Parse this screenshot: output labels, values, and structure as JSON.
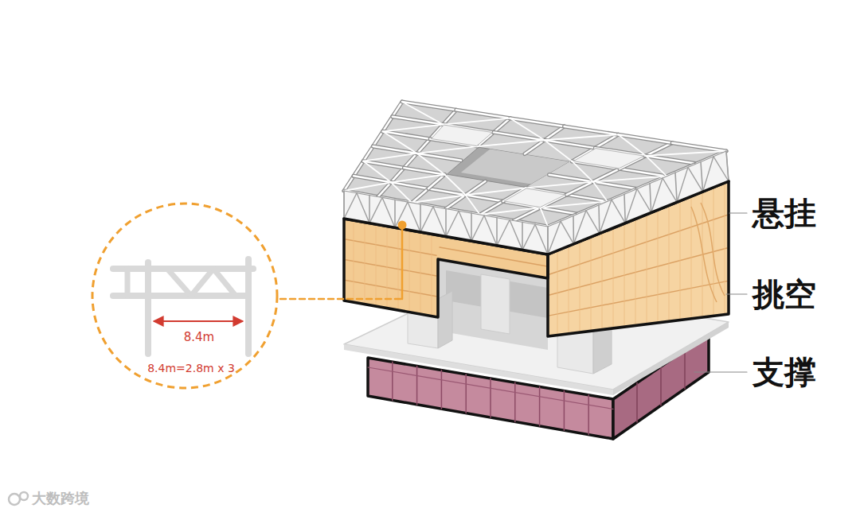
{
  "diagram": {
    "nodes": [
      {
        "text": [
          "8.4m",
          "8.4m=2.8m x 3"
        ]
      }
    ],
    "labels": [
      "悬挂",
      "挑空",
      "支撑",
      "大数跨境"
    ]
  }
}
